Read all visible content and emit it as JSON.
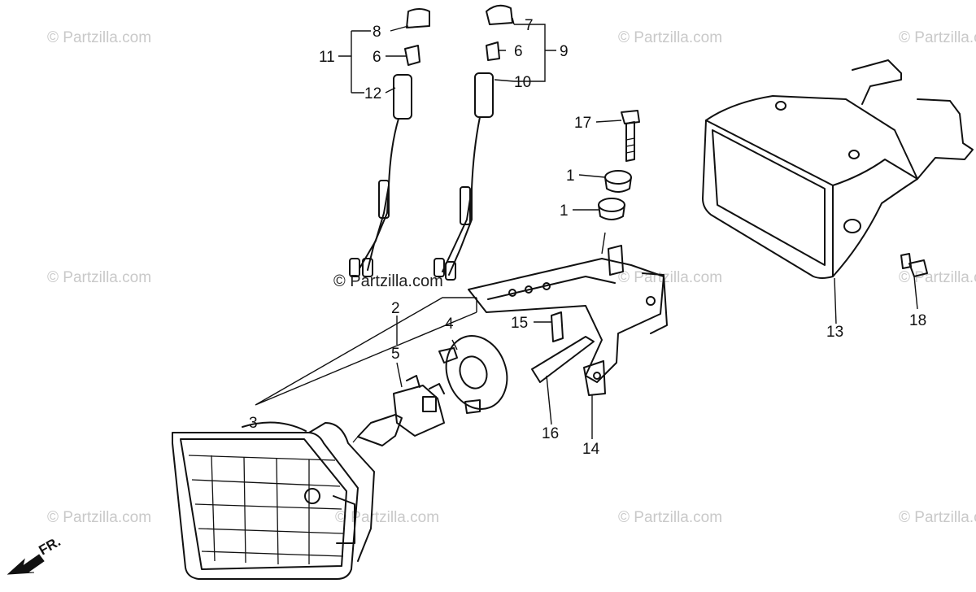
{
  "watermark": "© Partzilla.com",
  "direction_label": "FR.",
  "callouts": {
    "c1a": "1",
    "c1b": "1",
    "c2": "2",
    "c3": "3",
    "c4": "4",
    "c5": "5",
    "c6a": "6",
    "c6b": "6",
    "c7": "7",
    "c8": "8",
    "c9": "9",
    "c10": "10",
    "c11": "11",
    "c12": "12",
    "c13": "13",
    "c14": "14",
    "c15": "15",
    "c16": "16",
    "c17": "17",
    "c18": "18"
  },
  "colors": {
    "line": "#111111",
    "watermark": "#c9c9c9",
    "background": "#ffffff"
  }
}
